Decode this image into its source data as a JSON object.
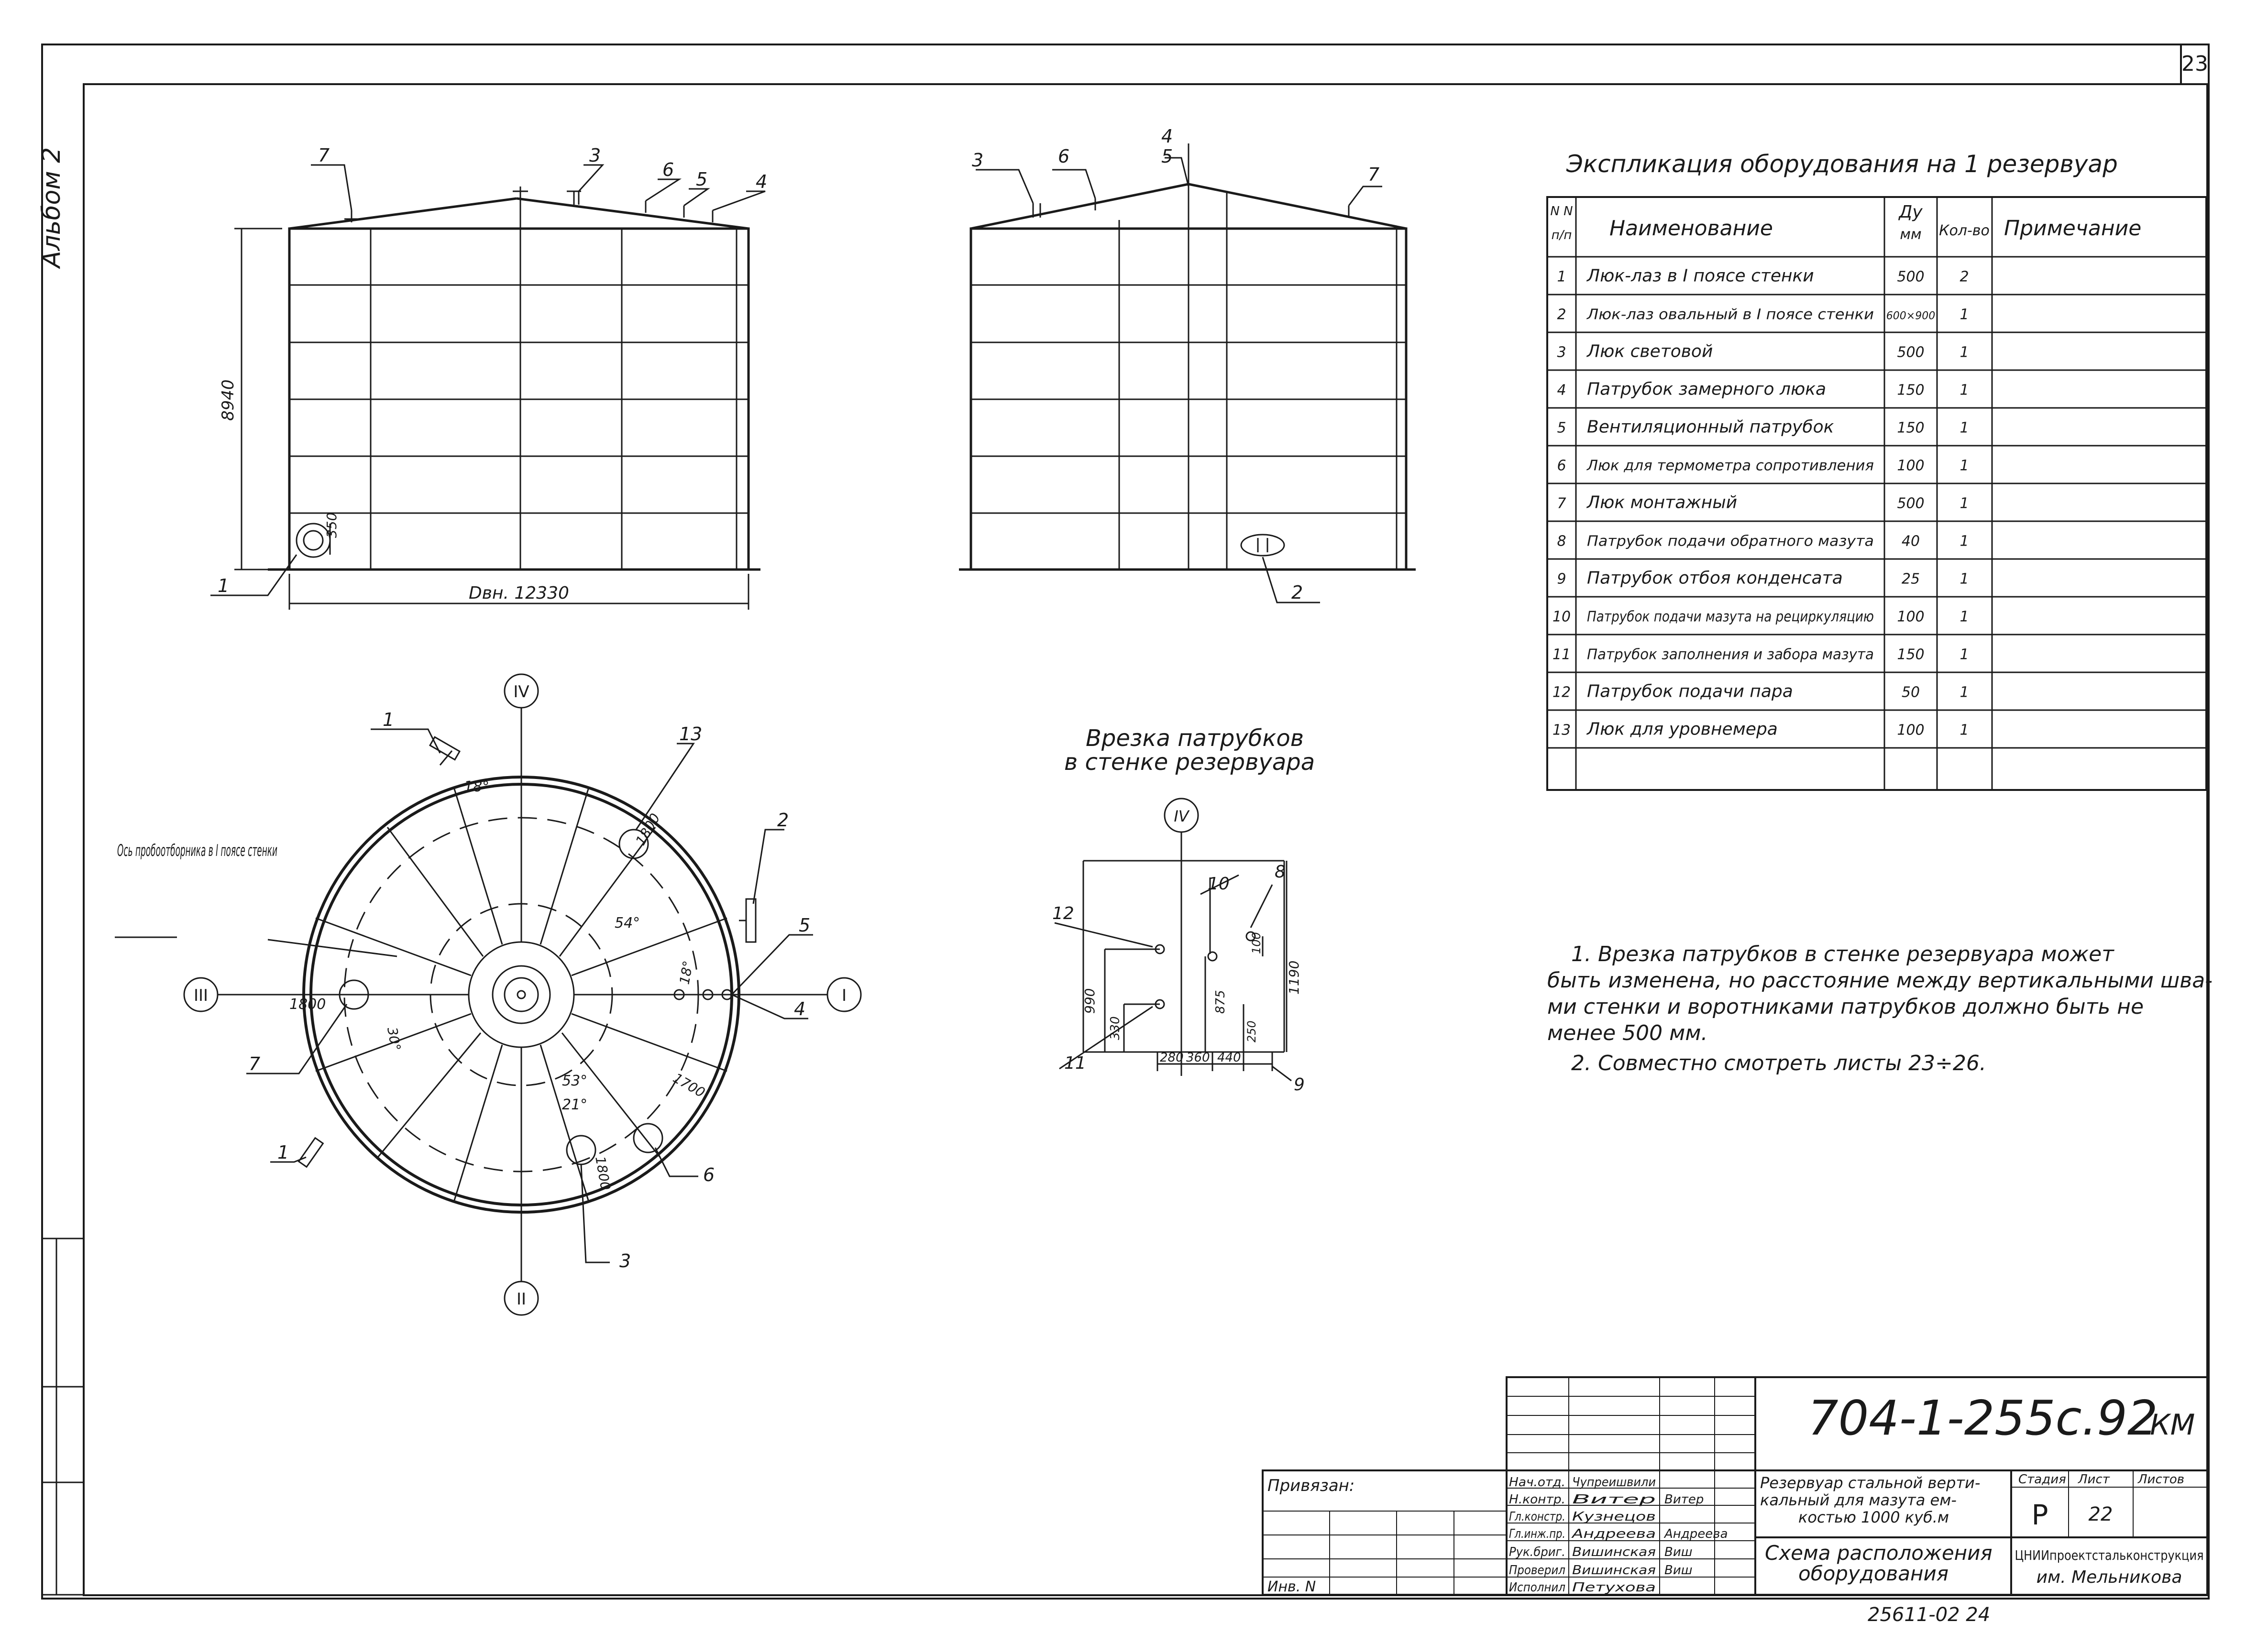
{
  "sheet_number": "23",
  "album_label": "Альбом 2",
  "elevation_left": {
    "height_dim": "8940",
    "diameter_dim": "Dвн. 12330",
    "nozzle_dim": "350",
    "callouts": [
      "7",
      "3",
      "6",
      "5",
      "4",
      "1"
    ]
  },
  "elevation_right": {
    "callouts": [
      "3",
      "6",
      "4",
      "5",
      "7",
      "2"
    ]
  },
  "plan": {
    "axis_labels": [
      "IV",
      "I",
      "II",
      "III"
    ],
    "note_label": "Ось пробоотборника в I поясе стенки",
    "dims": [
      "18°",
      "1800",
      "54°",
      "18°",
      "1800",
      "30°",
      "1700",
      "53°",
      "21°",
      "1800"
    ],
    "callouts": [
      "1",
      "13",
      "2",
      "5",
      "4",
      "7",
      "1",
      "6",
      "3"
    ]
  },
  "cutout": {
    "title_line1": "Врезка патрубков",
    "title_line2": "в стенке резервуара",
    "axis_label": "IV",
    "dims": [
      "990",
      "330",
      "875",
      "250",
      "100",
      "1190",
      "280",
      "360",
      "440"
    ],
    "callouts": [
      "12",
      "10",
      "8",
      "11",
      "9"
    ]
  },
  "equipment_table": {
    "title": "Экспликация оборудования на 1 резервуар",
    "headers": [
      "N N п/п",
      "Наименование",
      "Ду мм",
      "Кол-во",
      "Примечание"
    ],
    "rows": [
      {
        "n": "1",
        "name": "Люк-лаз в I поясе стенки",
        "dn": "500",
        "qty": "2",
        "note": ""
      },
      {
        "n": "2",
        "name": "Люк-лаз овальный в I поясе стенки",
        "dn": "600×900",
        "qty": "1",
        "note": ""
      },
      {
        "n": "3",
        "name": "Люк световой",
        "dn": "500",
        "qty": "1",
        "note": ""
      },
      {
        "n": "4",
        "name": "Патрубок замерного люка",
        "dn": "150",
        "qty": "1",
        "note": ""
      },
      {
        "n": "5",
        "name": "Вентиляционный патрубок",
        "dn": "150",
        "qty": "1",
        "note": ""
      },
      {
        "n": "6",
        "name": "Люк для термометра сопротивления",
        "dn": "100",
        "qty": "1",
        "note": ""
      },
      {
        "n": "7",
        "name": "Люк монтажный",
        "dn": "500",
        "qty": "1",
        "note": ""
      },
      {
        "n": "8",
        "name": "Патрубок подачи обратного мазута",
        "dn": "40",
        "qty": "1",
        "note": ""
      },
      {
        "n": "9",
        "name": "Патрубок отбоя конденсата",
        "dn": "25",
        "qty": "1",
        "note": ""
      },
      {
        "n": "10",
        "name": "Патрубок подачи мазута на рециркуляцию",
        "dn": "100",
        "qty": "1",
        "note": ""
      },
      {
        "n": "11",
        "name": "Патрубок заполнения и забора мазута",
        "dn": "150",
        "qty": "1",
        "note": ""
      },
      {
        "n": "12",
        "name": "Патрубок подачи пара",
        "dn": "50",
        "qty": "1",
        "note": ""
      },
      {
        "n": "13",
        "name": "Люк для уровнемера",
        "dn": "100",
        "qty": "1",
        "note": ""
      }
    ]
  },
  "notes": [
    "1. Врезка патрубков в стенке резервуара может",
    "быть изменена, но расстояние между вертикальными шва-",
    "ми стенки и воротниками патрубков должно быть не",
    "менее 500 мм.",
    "2. Совместно смотреть листы 23÷26."
  ],
  "title_block": {
    "code": "704-1-255с.92",
    "suffix": "КМ",
    "privyazan": "Привязан:",
    "inv": "Инв. N",
    "roles": [
      "Нач.отд.",
      "Н.контр.",
      "Гл.констр.",
      "Гл.инж.пр.",
      "Рук.бриг.",
      "Проверил",
      "Исполнил"
    ],
    "names": [
      "Чупреишвили",
      "Витер",
      "Кузнецов",
      "Андреева",
      "Вишинская",
      "Вишинская",
      "Петухова"
    ],
    "sigs": [
      "",
      "Витер",
      "",
      "Андреева",
      "Виш",
      "Виш",
      ""
    ],
    "object_lines": [
      "Резервуар стальной верти-",
      "кальный для мазута ем-",
      "костью 1000 куб.м"
    ],
    "sheet_title_lines": [
      "Схема расположения",
      "оборудования"
    ],
    "stage_header": "Стадия",
    "sheet_header": "Лист",
    "sheets_header": "Листов",
    "stage": "Р",
    "sheet": "22",
    "sheets": "",
    "org_line1": "ЦНИИпроектстальконструкция",
    "org_line2": "им. Мельникова"
  },
  "stamp_bottom": "25611-02   24"
}
